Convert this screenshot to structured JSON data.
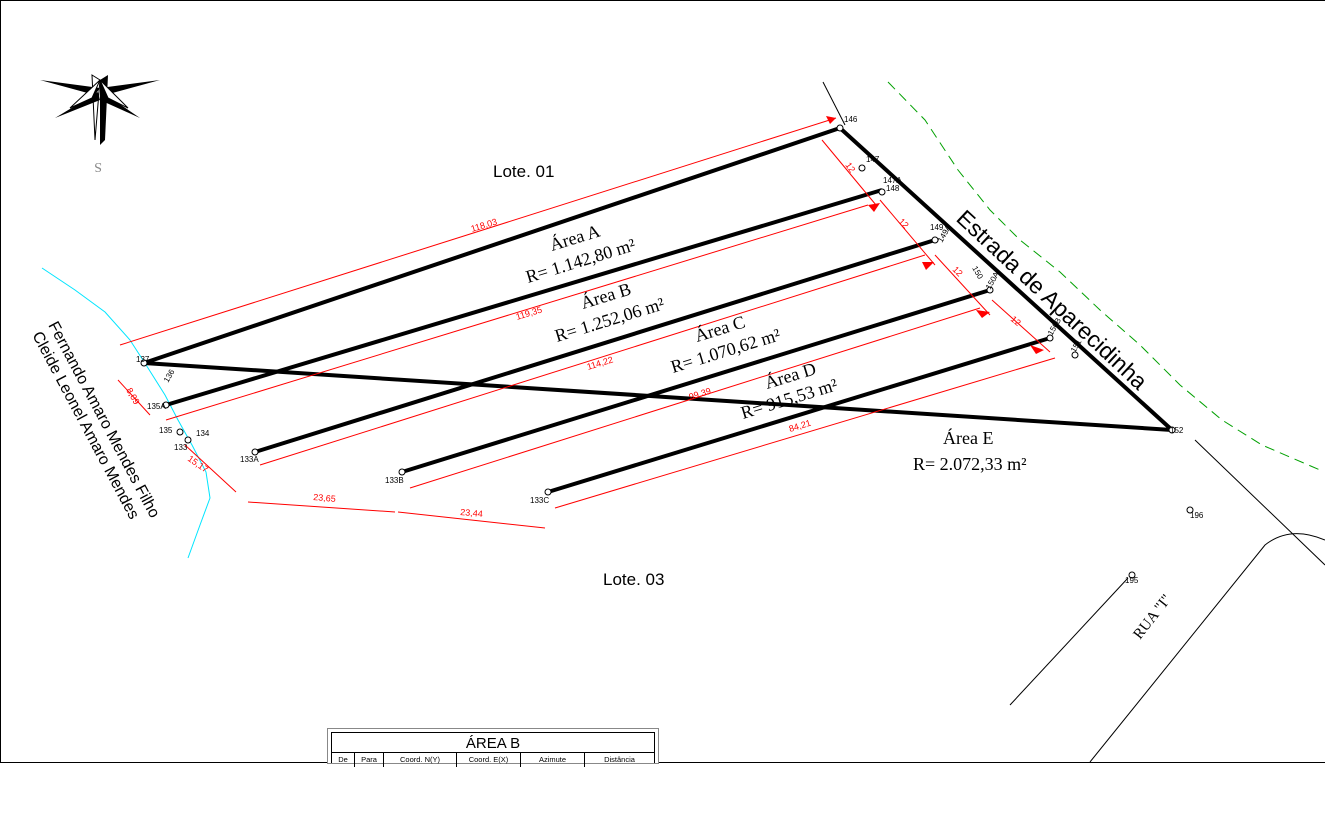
{
  "labels": {
    "lote01": "Lote. 01",
    "lote03": "Lote. 03",
    "estrada": "Estrada de Aparecidinha",
    "rua": "RUA \"I\"",
    "owner1": "Fernando Amaro Mendes Filho",
    "owner2": "Cleide Leonel Amaro Mendes",
    "north": "S"
  },
  "areas": {
    "a_name": "Área A",
    "a_val": "R= 1.142,80 m²",
    "b_name": "Área B",
    "b_val": "R= 1.252,06 m²",
    "c_name": "Área C",
    "c_val": "R= 1.070,62 m²",
    "d_name": "Área D",
    "d_val": "R= 915,53 m²",
    "e_name": "Área E",
    "e_val": "R= 2.072,33 m²"
  },
  "dims": {
    "d118": "118,03",
    "d119": "119,35",
    "d114": "114,22",
    "d99": "99,39",
    "d84": "84,21",
    "d23a": "23,65",
    "d23b": "23,44",
    "d15": "15,17",
    "d8": "8,09",
    "d12a": "12",
    "d12b": "12",
    "d12c": "12",
    "d12d": "12"
  },
  "points": {
    "p146": "146",
    "p147": "147",
    "p147a": "147A",
    "p148": "148",
    "p149": "149",
    "p149a": "149A",
    "p150": "150",
    "p150a": "150A",
    "p150b": "150B",
    "p151": "151",
    "p152": "152",
    "p195": "195",
    "p196": "196",
    "p137": "137",
    "p136": "136",
    "p135a": "135A",
    "p135": "135",
    "p134": "134",
    "p133": "133",
    "p133a": "133A",
    "p133b": "133B",
    "p133c": "133C"
  },
  "table": {
    "title": "ÁREA B",
    "headers": [
      "De",
      "Para",
      "Coord. N(Y)",
      "Coord. E(X)",
      "Azimute",
      "Distância"
    ]
  },
  "colors": {
    "boundary": "#000000",
    "dimension": "#ff0000",
    "river": "#00e5ff",
    "road_edge": "#00a000"
  }
}
